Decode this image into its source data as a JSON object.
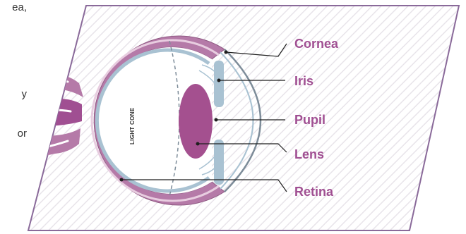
{
  "left_text_fragments": [
    "ea,",
    "y",
    "or"
  ],
  "diagram": {
    "cone_label": "LIGHT CONE",
    "labels": {
      "cornea": "Cornea",
      "iris": "Iris",
      "pupil": "Pupil",
      "lens": "Lens",
      "retina": "Retina"
    }
  },
  "colors": {
    "panel_border": "#8a6a9a",
    "hatch": "#e8e4ea",
    "wall_purple": "#b57aa8",
    "wall_dark": "#a04f92",
    "wall_light": "#e8cde0",
    "inner_blue": "#a9c2d2",
    "line_gray": "#7d8c99",
    "lens_purple": "#a4508f",
    "label_purple": "#a04f92"
  }
}
